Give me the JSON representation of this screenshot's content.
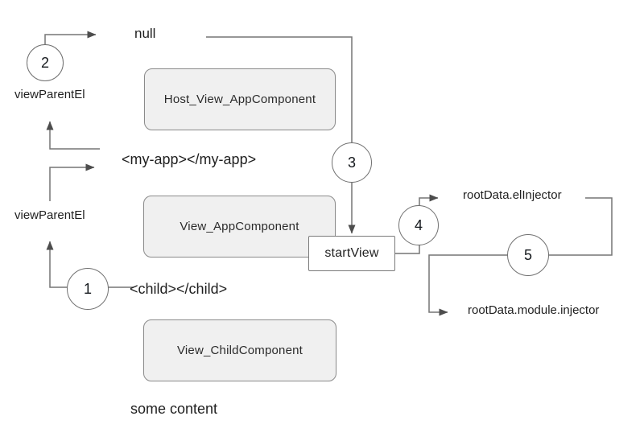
{
  "diagram": {
    "labels": {
      "null_value": "null",
      "view_parent_el_top": "viewParentEl",
      "view_parent_el_middle": "viewParentEl",
      "my_app_tag": "<my-app></my-app>",
      "child_tag": "<child></child>",
      "some_content": "some content",
      "root_data_el_injector": "rootData.elInjector",
      "root_data_module_injector": "rootData.module.injector"
    },
    "boxes": {
      "host_view_app_component": "Host_View_AppComponent",
      "view_app_component": "View_AppComponent",
      "view_child_component": "View_ChildComponent",
      "start_view": "startView"
    },
    "steps": {
      "s1": "1",
      "s2": "2",
      "s3": "3",
      "s4": "4",
      "s5": "5"
    },
    "colors": {
      "background": "#ffffff",
      "connector_line": "#757575",
      "arrowhead": "#4d4d4d",
      "box_fill": "#f0f0f0",
      "box_border": "#8a8a8a",
      "circle_border": "#707070",
      "text": "#1f1f1f"
    }
  }
}
